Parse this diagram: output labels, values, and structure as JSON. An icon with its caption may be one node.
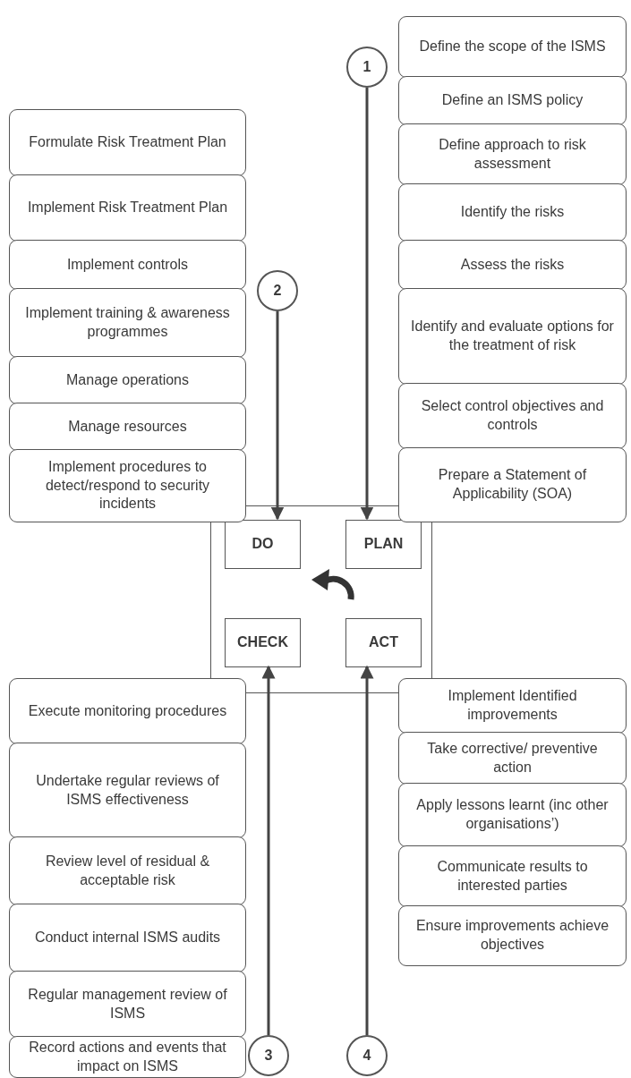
{
  "diagram": {
    "nodes": [
      {
        "text": [
          "Define the scope of the ISMS"
        ]
      },
      {
        "text": [
          "Define an ISMS policy"
        ]
      },
      {
        "text": [
          "Define approach to risk assessment"
        ]
      },
      {
        "text": [
          "Identify the risks"
        ]
      },
      {
        "text": [
          "Assess the risks"
        ]
      },
      {
        "text": [
          "Identify and evaluate options for the treatment of risk"
        ]
      },
      {
        "text": [
          "Select control objectives and controls"
        ]
      },
      {
        "text": [
          "Prepare a Statement of Applicability (SOA)"
        ]
      },
      {
        "text": [
          "1"
        ]
      },
      {
        "text": [
          "Formulate Risk Treatment Plan"
        ]
      },
      {
        "text": [
          "Implement Risk Treatment Plan"
        ]
      },
      {
        "text": [
          "Implement controls"
        ]
      },
      {
        "text": [
          "Implement training & awareness programmes"
        ]
      },
      {
        "text": [
          "Manage operations"
        ]
      },
      {
        "text": [
          "Manage resources"
        ]
      },
      {
        "text": [
          "Implement procedures to detect/respond to security incidents"
        ]
      },
      {
        "text": [
          "2"
        ]
      },
      {
        "text": [],
        "shape": "box"
      },
      {
        "text": [
          "DO"
        ],
        "in": 17
      },
      {
        "text": [
          "PLAN"
        ],
        "in": 17
      },
      {
        "text": [
          "CHECK"
        ],
        "in": 17
      },
      {
        "text": [
          "ACT"
        ],
        "in": 17
      },
      {
        "text": [
          "Execute monitoring procedures"
        ]
      },
      {
        "text": [
          "Undertake regular reviews of ISMS effectiveness"
        ]
      },
      {
        "text": [
          "Review level of residual & acceptable risk"
        ]
      },
      {
        "text": [
          "Conduct internal ISMS audits"
        ]
      },
      {
        "text": [
          "Regular management review of ISMS"
        ]
      },
      {
        "text": [
          "Record actions and events that impact on ISMS"
        ]
      },
      {
        "text": [
          "Implement Identified improvements"
        ]
      },
      {
        "text": [
          "Take corrective/ preventive action"
        ]
      },
      {
        "text": [
          "Apply lessons learnt (inc other organisations’)"
        ]
      },
      {
        "text": [
          "Communicate results to interested parties"
        ]
      },
      {
        "text": [
          "Ensure improvements achieve objectives"
        ]
      },
      {
        "text": [
          "3"
        ]
      },
      {
        "text": [
          "4"
        ]
      }
    ],
    "edges": [
      {
        "from": 8,
        "to": 19,
        "arrow": "to"
      },
      {
        "from": 16,
        "to": 18,
        "arrow": "to"
      },
      {
        "from": 33,
        "to": 20,
        "arrow": "to"
      },
      {
        "from": 34,
        "to": 21,
        "arrow": "to"
      }
    ]
  }
}
